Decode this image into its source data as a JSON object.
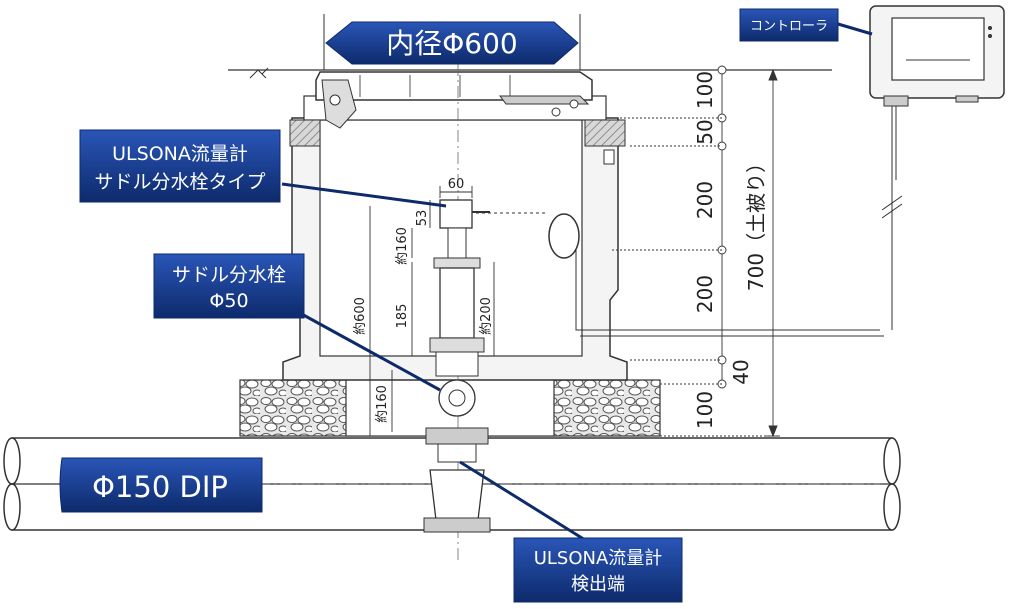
{
  "top_banner": "内径Φ600",
  "controller_label": "コントローラ",
  "callouts": {
    "flowmeter_saddle": [
      "ULSONA流量計",
      "サドル分水栓タイプ"
    ],
    "saddle_valve": [
      "サドル分水栓",
      "Φ50"
    ],
    "pipe": "Φ150 DIP",
    "detector": [
      "ULSONA流量計",
      "検出端"
    ]
  },
  "dimensions": {
    "right_100_top": "100",
    "right_50": "50",
    "right_200_upper": "200",
    "right_200_lower": "200",
    "right_40": "40",
    "right_100_bottom": "100",
    "total": "700（土被り）",
    "width_60": "60",
    "h_53": "53",
    "approx_160_upper": "約160",
    "approx_600": "約600",
    "h_185": "185",
    "approx_200": "約200",
    "approx_160_lower": "約160"
  },
  "colors": {
    "callout_dark": "#0d2a6b",
    "callout_light": "#1f4aa8",
    "line": "#333333"
  }
}
